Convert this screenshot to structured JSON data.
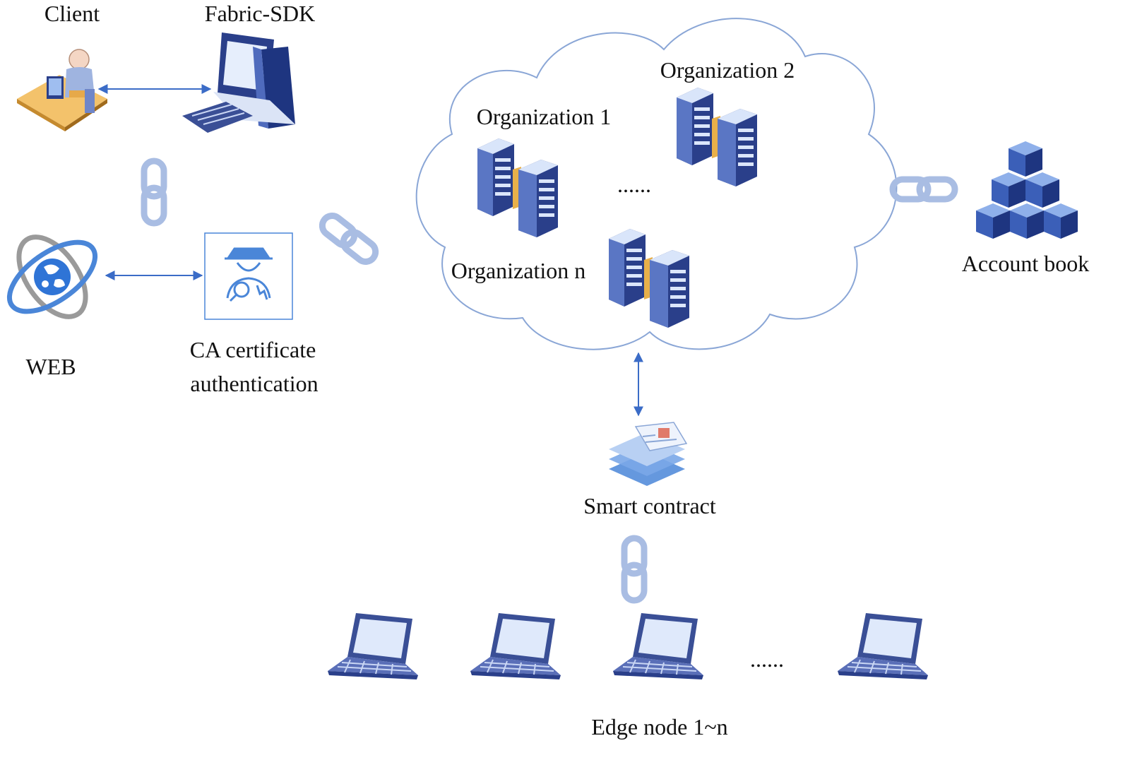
{
  "labels": {
    "client": "Client",
    "fabric_sdk": "Fabric-SDK",
    "web": "WEB",
    "ca_line1": "CA certificate",
    "ca_line2": "authentication",
    "org1": "Organization 1",
    "org2": "Organization 2",
    "orgn": "Organization n",
    "org_ellipsis": "......",
    "account_book": "Account book",
    "smart_contract": "Smart contract",
    "edge_ellipsis": "......",
    "edge_nodes": "Edge node 1~n"
  },
  "colors": {
    "arrow": "#3b6cc7",
    "chain": "#a9bde3",
    "cloud_stroke": "#8aa6d6",
    "server_dark": "#2a3f8a",
    "server_light": "#c9d9f5",
    "server_gold": "#e8b04a",
    "icon_blue": "#4a86d8",
    "text": "#111111"
  },
  "icons": [
    "client-user-icon",
    "computer-icon",
    "web-globe-icon",
    "ca-auth-icon",
    "chain-link-icon",
    "server-icon",
    "blocks-icon",
    "smart-contract-icon",
    "laptop-icon"
  ]
}
